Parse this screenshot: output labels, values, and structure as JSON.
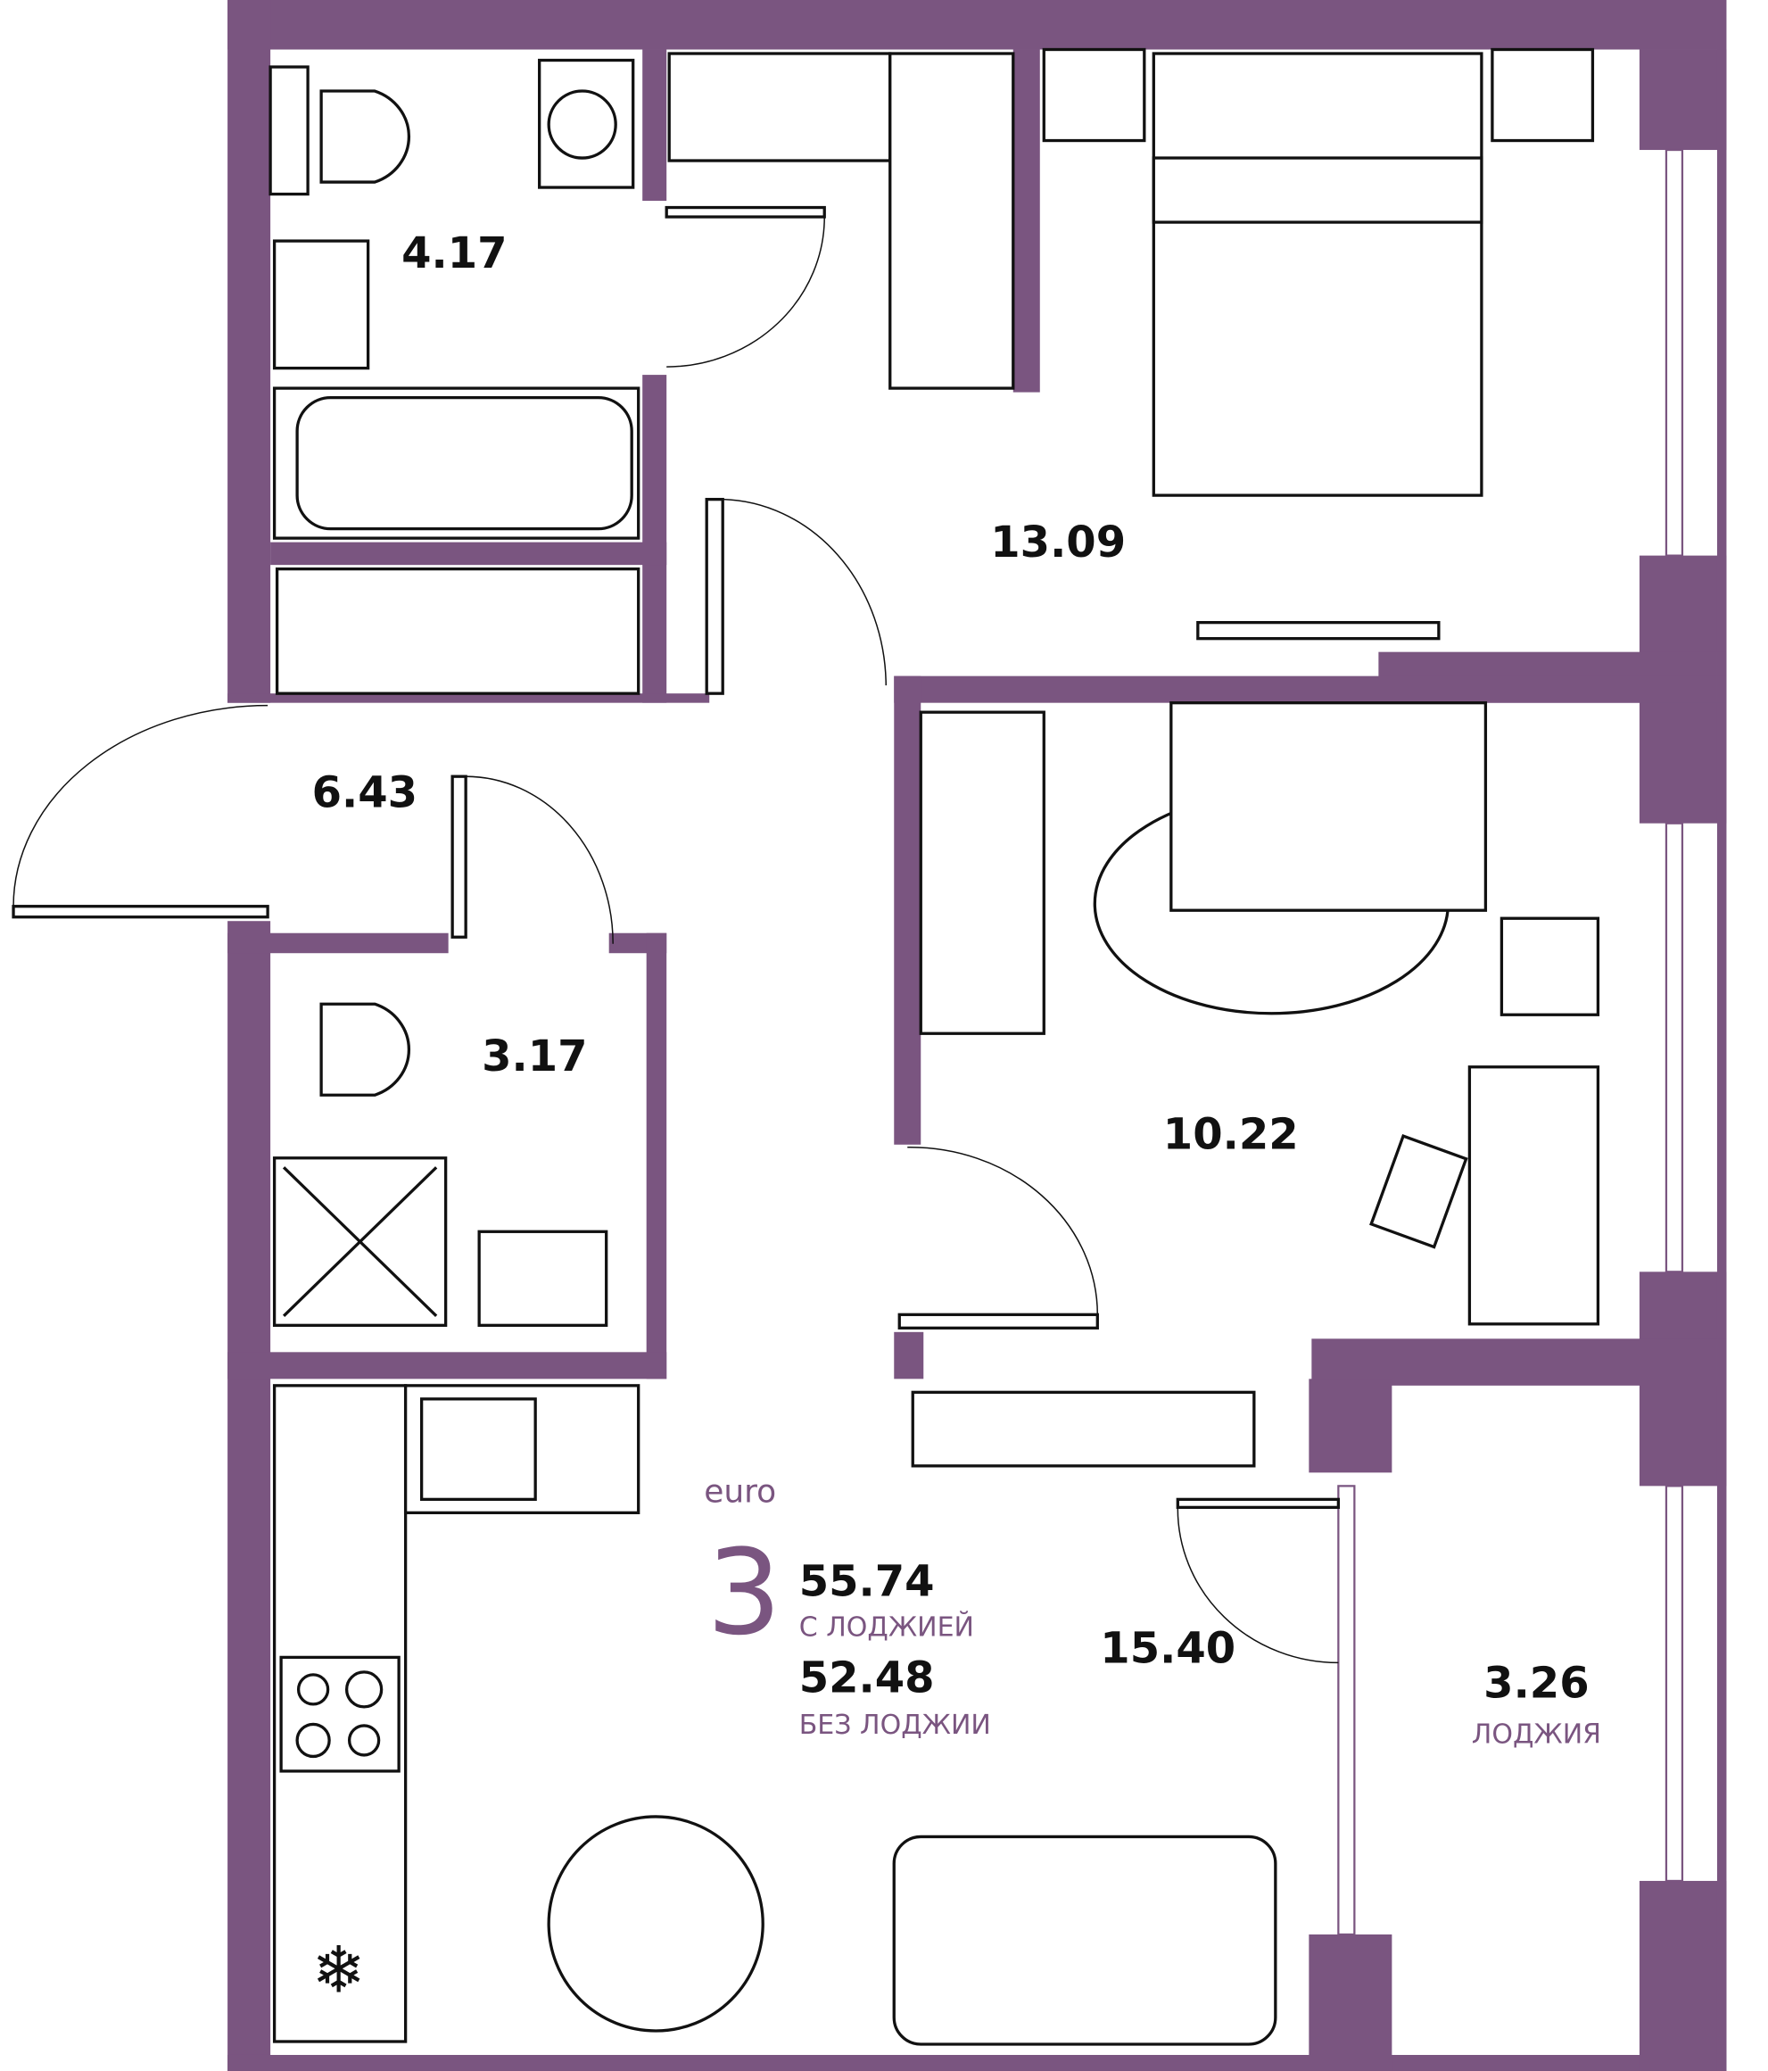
{
  "plan": {
    "type_label": "euro",
    "rooms_count": "3",
    "total_with_loggia": "55.74",
    "with_loggia_label": "С ЛОДЖИЕЙ",
    "total_without_loggia": "52.48",
    "without_loggia_label": "БЕЗ ЛОДЖИИ"
  },
  "rooms": {
    "bathroom": "4.17",
    "bedroom": "13.09",
    "hall": "6.43",
    "wc": "3.17",
    "kids_room": "10.22",
    "kitchen_living": "15.40",
    "loggia": "3.26",
    "loggia_label": "ЛОДЖИЯ"
  },
  "colors": {
    "wall": "#7a5580",
    "accent": "#7a5580"
  }
}
